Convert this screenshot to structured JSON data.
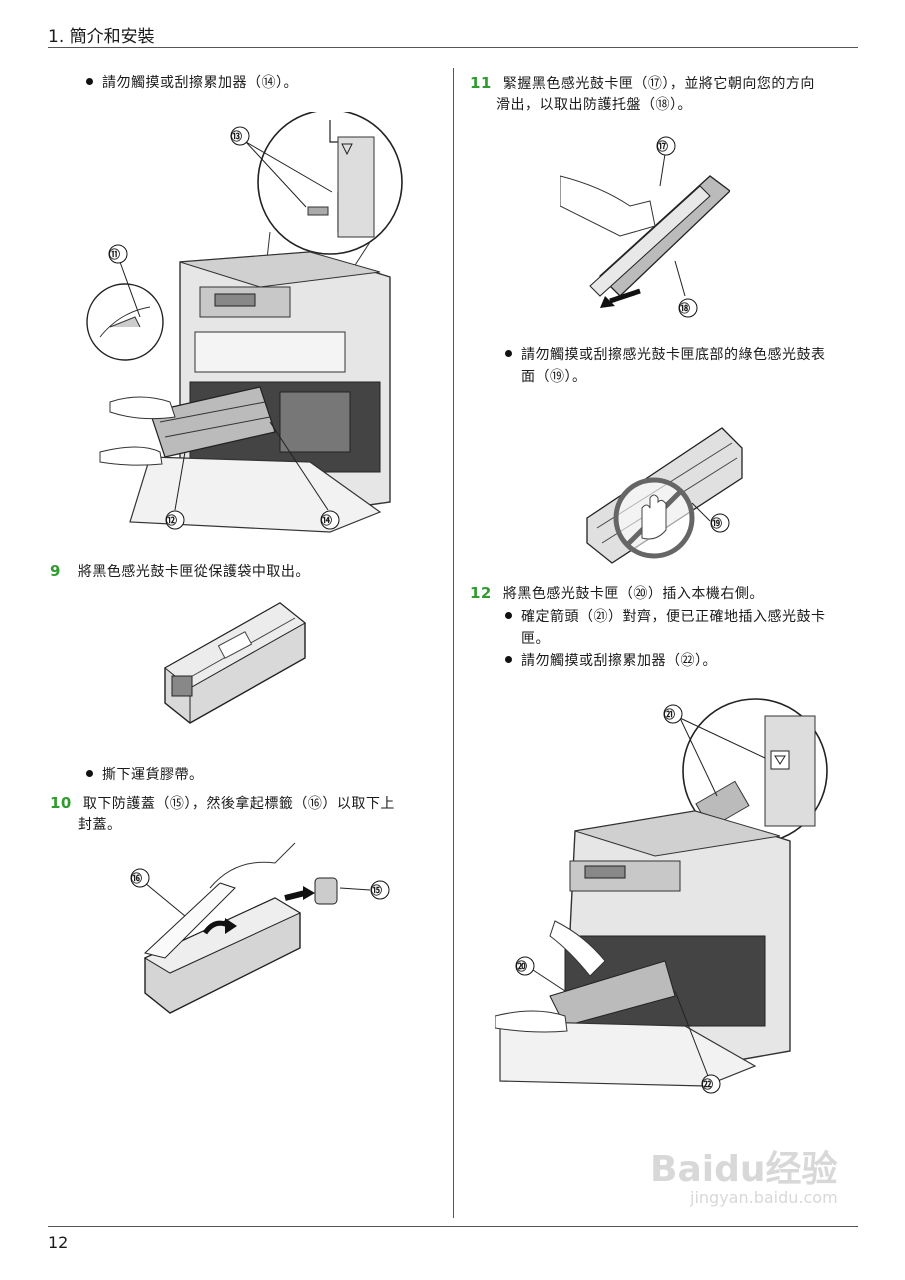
{
  "header": {
    "title": "1. 簡介和安裝"
  },
  "footer": {
    "page_number": "12"
  },
  "left": {
    "bullet_top": "請勿觸摸或刮擦累加器（⑭）。",
    "fig1_callouts": {
      "c13": "⑬",
      "c11": "⑪",
      "c12": "⑫",
      "c14": "⑭"
    },
    "step9": {
      "num": "9",
      "text": "將黑色感光鼓卡匣從保護袋中取出。"
    },
    "bullet_tape": "撕下運貨膠帶。",
    "step10": {
      "num": "10",
      "line1": "取下防護蓋（⑮），然後拿起標籤（⑯）以取下上",
      "line2": "封蓋。"
    },
    "fig3_callouts": {
      "c16": "⑯",
      "c15": "⑮"
    }
  },
  "right": {
    "step11": {
      "num": "11",
      "line1": "緊握黑色感光鼓卡匣（⑰），並將它朝向您的方向",
      "line2": "滑出，以取出防護托盤（⑱）。"
    },
    "fig4_callouts": {
      "c17": "⑰",
      "c18": "⑱"
    },
    "bullet_drum_line1": "請勿觸摸或刮擦感光鼓卡匣底部的綠色感光鼓表",
    "bullet_drum_line2": "面（⑲）。",
    "fig5_callouts": {
      "c19": "⑲"
    },
    "step12": {
      "num": "12",
      "text": "將黑色感光鼓卡匣（⑳）插入本機右側。"
    },
    "bullet_arrow_line1": "確定箭頭（㉑）對齊，便已正確地插入感光鼓卡",
    "bullet_arrow_line2": "匣。",
    "bullet_acc": "請勿觸摸或刮擦累加器（㉒）。",
    "fig6_callouts": {
      "c21": "㉑",
      "c20": "⑳",
      "c22": "㉒"
    }
  },
  "watermark": {
    "brand": "Baidu经验",
    "url": "jingyan.baidu.com"
  }
}
